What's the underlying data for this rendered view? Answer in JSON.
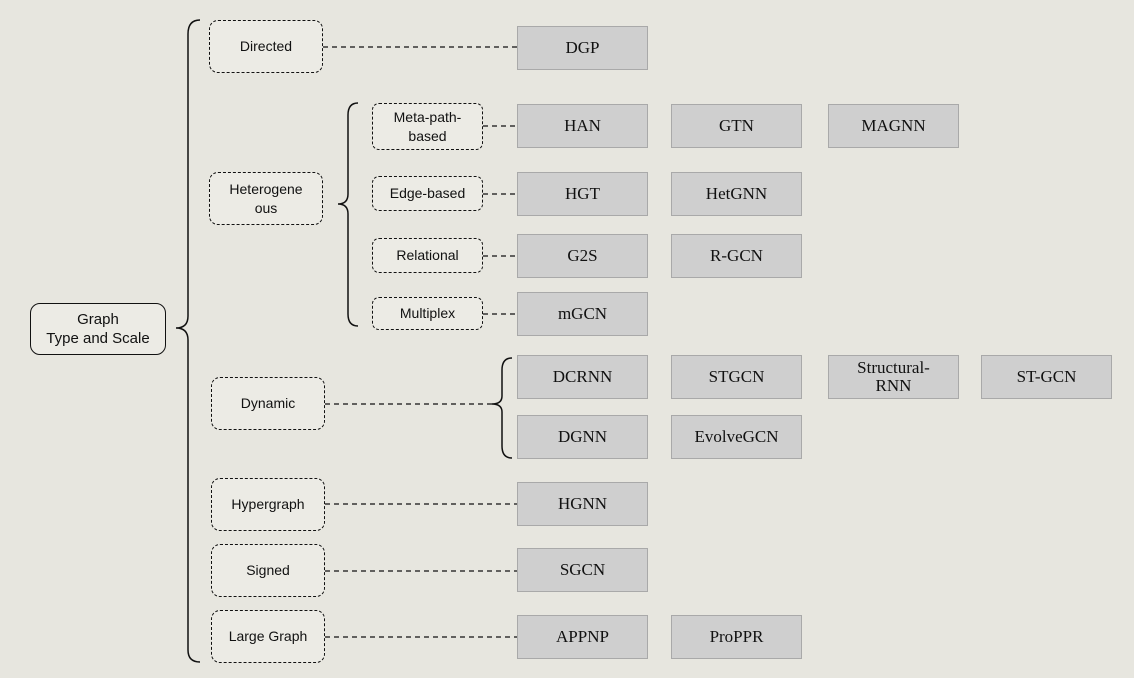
{
  "root": {
    "label": "Graph\nType and Scale"
  },
  "categories": {
    "directed": "Directed",
    "heterogeneous": "Heterogene\nous",
    "dynamic": "Dynamic",
    "hypergraph": "Hypergraph",
    "signed": "Signed",
    "large": "Large Graph"
  },
  "subcategories": {
    "metapath": "Meta-path-\nbased",
    "edge": "Edge-based",
    "relational": "Relational",
    "multiplex": "Multiplex"
  },
  "models": {
    "dgp": "DGP",
    "han": "HAN",
    "gtn": "GTN",
    "magnn": "MAGNN",
    "hgt": "HGT",
    "hetgnn": "HetGNN",
    "g2s": "G2S",
    "rgcn": "R-GCN",
    "mgcn": "mGCN",
    "dcrnn": "DCRNN",
    "stgcn": "STGCN",
    "structural_rnn": "Structural-\nRNN",
    "st_gcn": "ST-GCN",
    "dgnn": "DGNN",
    "evolvegcn": "EvolveGCN",
    "hgnn": "HGNN",
    "sgcn": "SGCN",
    "appnp": "APPNP",
    "proppr": "ProPPR"
  }
}
